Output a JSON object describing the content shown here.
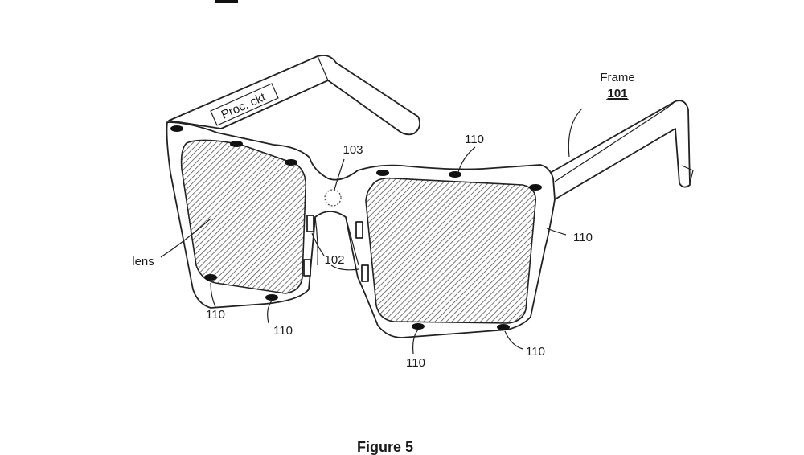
{
  "labels": {
    "frame": "Frame",
    "frame_ref": "101",
    "processor": "Proc. ckt",
    "sensor_ref": "103",
    "bridge_ref": "102",
    "lens": "lens",
    "figure": "Figure 5",
    "electrode_ref": "110"
  }
}
